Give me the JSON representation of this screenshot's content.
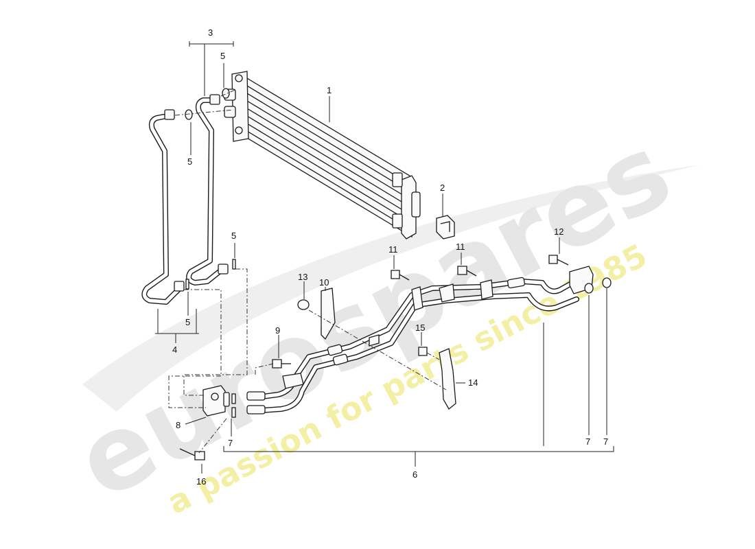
{
  "diagram": {
    "callouts": {
      "c1": "1",
      "c2": "2",
      "c3": "3",
      "c4": "4",
      "c5a": "5",
      "c5b": "5",
      "c5c": "5",
      "c5d": "5",
      "c6": "6",
      "c7a": "7",
      "c7b": "7",
      "c7c": "7",
      "c8": "8",
      "c9": "9",
      "c10": "10",
      "c11a": "11",
      "c11b": "11",
      "c12": "12",
      "c13": "13",
      "c14": "14",
      "c15": "15",
      "c16": "16"
    }
  },
  "watermark": {
    "brand": "eurospares",
    "tagline": "a passion for parts since 1985"
  },
  "colors": {
    "watermark_gray": "#e6e6e6",
    "watermark_yellow": "#f3f0a6",
    "line": "#1a1a1a"
  }
}
